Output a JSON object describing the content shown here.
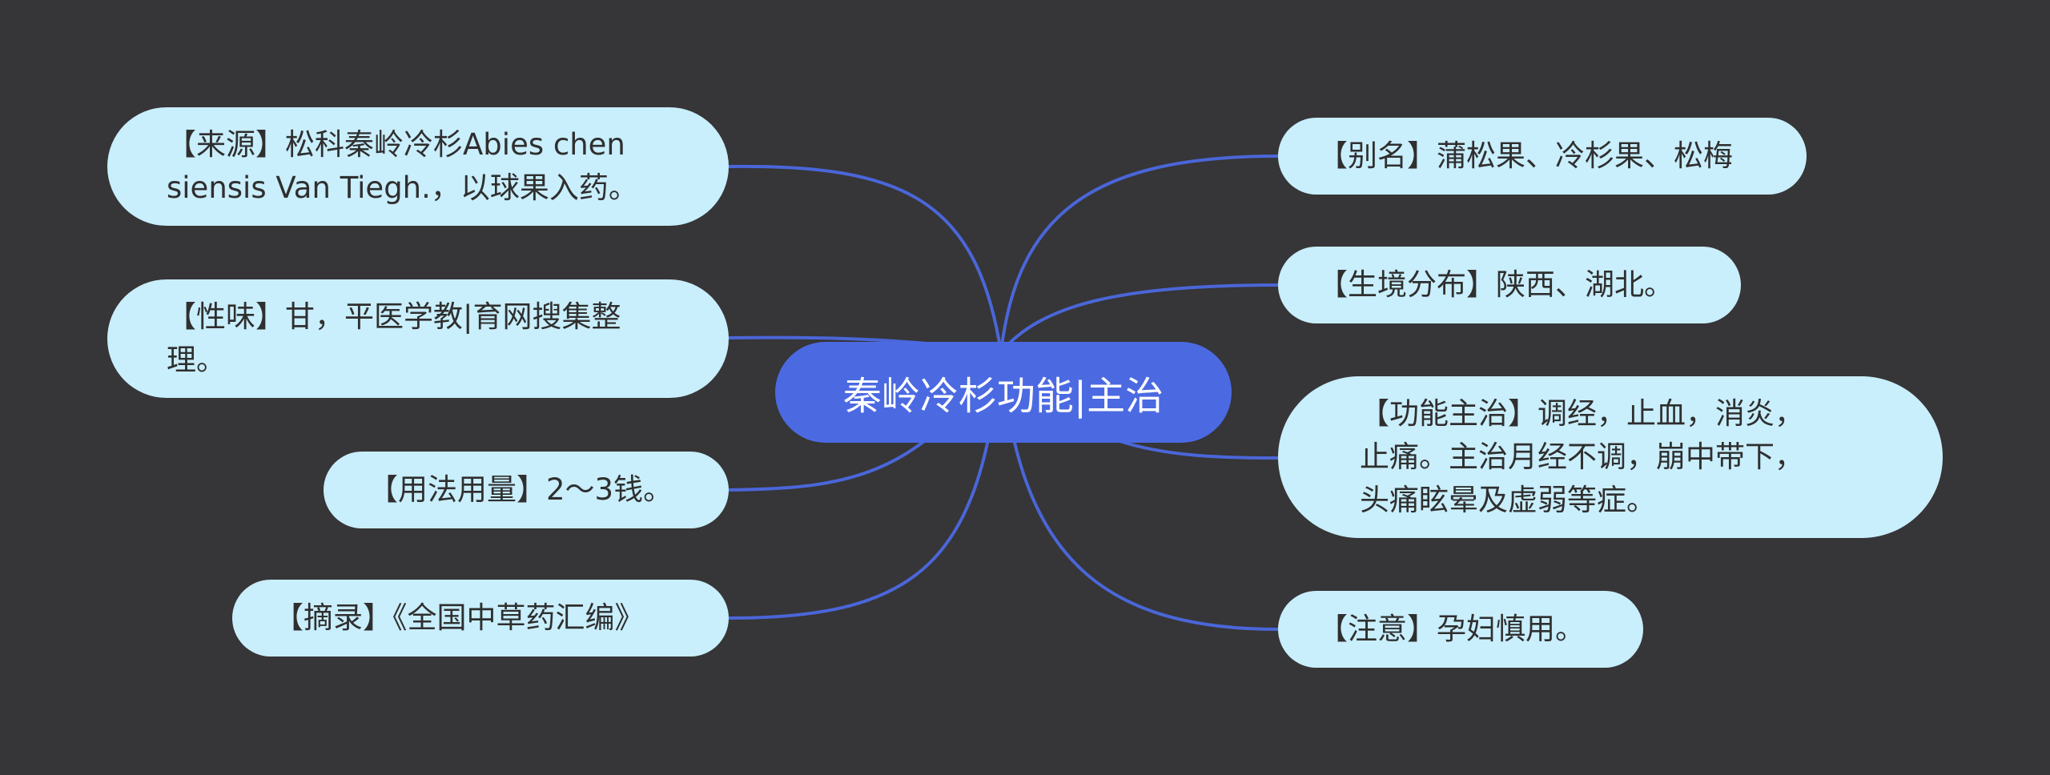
{
  "central": {
    "text": "秦岭冷杉功能|主治"
  },
  "colors": {
    "background": "#363537",
    "central_fill": "#4b6ae2",
    "node_fill": "#c9eefc",
    "connector": "#4a66d8"
  },
  "nodes": {
    "source": "【来源】松科秦岭冷杉Abies chen\nsiensis Van Tiegh.，以球果入药。",
    "nature": "【性味】甘，平医学教|育网搜集整\n理。",
    "usage": "【用法用量】2～3钱。",
    "excerpt": "【摘录】《全国中草药汇编》",
    "alias": "【别名】蒲松果、冷杉果、松梅",
    "habitat": "【生境分布】陕西、湖北。",
    "function": "【功能主治】调经，止血，消炎，\n止痛。主治月经不调，崩中带下，\n头痛眩晕及虚弱等症。",
    "caution": "【注意】孕妇慎用。"
  }
}
